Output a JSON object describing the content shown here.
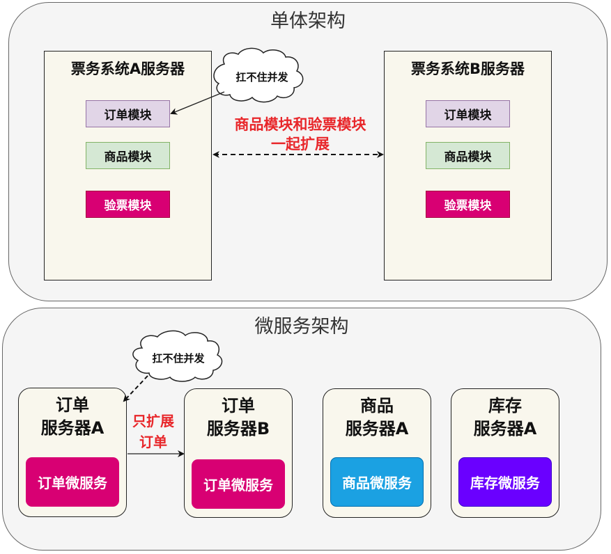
{
  "monolith": {
    "title": "单体架构",
    "server_a": {
      "title": "票务系统A服务器",
      "modules": [
        "订单模块",
        "商品模块",
        "验票模块"
      ]
    },
    "server_b": {
      "title": "票务系统B服务器",
      "modules": [
        "订单模块",
        "商品模块",
        "验票模块"
      ]
    },
    "cloud": "扛不住并发",
    "scale_note": [
      "商品模块和验票模块",
      "一起扩展"
    ]
  },
  "microservice": {
    "title": "微服务架构",
    "cloud": "扛不住并发",
    "scale_note": [
      "只扩展",
      "订单"
    ],
    "servers": [
      {
        "title_lines": [
          "订单",
          "服务器A"
        ],
        "service": "订单微服务",
        "color": "#d80073"
      },
      {
        "title_lines": [
          "订单",
          "服务器B"
        ],
        "service": "订单微服务",
        "color": "#d80073"
      },
      {
        "title_lines": [
          "商品",
          "服务器A"
        ],
        "service": "商品微服务",
        "color": "#1ba1e2"
      },
      {
        "title_lines": [
          "库存",
          "服务器A"
        ],
        "service": "库存微服务",
        "color": "#6a00ff"
      }
    ]
  },
  "colors": {
    "accent_red": "#e8262a",
    "order_module": "#e1d5e7",
    "goods_module": "#d5e8d4",
    "check_module": "#d80073"
  }
}
